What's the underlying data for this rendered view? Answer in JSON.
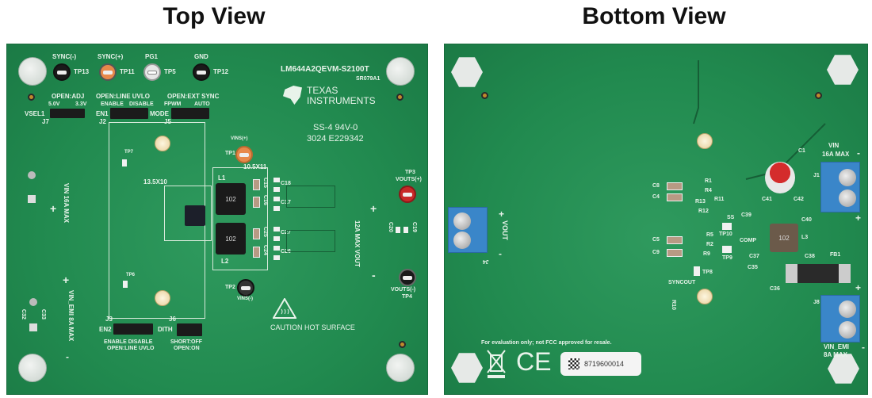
{
  "titles": {
    "top": "Top View",
    "bottom": "Bottom View"
  },
  "top_board": {
    "part_number": "LM644A2QEVM-S2100T",
    "revision": "SR079A1",
    "logo_text": "TEXAS INSTRUMENTS",
    "ul_mark": "SS-4 94V-0",
    "date_code": "3024",
    "ul_file": "E229342",
    "test_points": [
      {
        "label": "SYNC(-)",
        "ref": "TP13",
        "color": "#1a1a1a"
      },
      {
        "label": "SYNC(+)",
        "ref": "TP11",
        "color": "#e8884a"
      },
      {
        "label": "PG1",
        "ref": "TP5",
        "color": "#e6e6e6"
      },
      {
        "label": "GND",
        "ref": "TP12",
        "color": "#1a1a1a"
      },
      {
        "label": "VINS(+)",
        "ref": "TP1",
        "color": "#e8884a"
      },
      {
        "label": "VINS(-)",
        "ref": "TP2",
        "color": "#1a1a1a"
      },
      {
        "label": "VOUTS(+)",
        "ref": "TP3",
        "color": "#c82828"
      },
      {
        "label": "VOUTS(-)",
        "ref": "TP4",
        "color": "#1a1a1a"
      }
    ],
    "jumpers": {
      "j7": {
        "ref": "J7",
        "name": "VSEL1",
        "header": "OPEN:ADJ",
        "left": "5.0V",
        "right": "3.3V"
      },
      "j2": {
        "ref": "J2",
        "name": "EN1",
        "header": "OPEN:LINE UVLO",
        "left": "ENABLE",
        "right": "DISABLE"
      },
      "j5": {
        "ref": "J5",
        "name": "MODE",
        "header": "OPEN:EXT SYNC",
        "left": "FPWM",
        "right": "AUTO"
      },
      "j3": {
        "ref": "J3",
        "name": "EN2",
        "left": "ENABLE",
        "right": "DISABLE",
        "footer": "OPEN:LINE UVLO"
      },
      "j6": {
        "ref": "J6",
        "name": "DITH",
        "left": "SHORT:OFF",
        "footer": "OPEN:ON"
      }
    },
    "labels": {
      "tp7": "TP7",
      "tp6": "TP6",
      "size1": "13.5X10",
      "size2": "10.5X11",
      "l1": "L1",
      "l2": "L2",
      "inductor": "102",
      "vin": "VIN",
      "vin_max": "16A MAX",
      "vin_emi": "VIN_EMI",
      "vin_emi_max": "8A MAX",
      "vout": "VOUT",
      "vout_max": "12A MAX",
      "plus": "+",
      "minus": "-",
      "caution": "CAUTION HOT SURFACE",
      "c15": "C15",
      "c16": "C16",
      "c18": "C18",
      "c17": "C17",
      "c25": "C25",
      "c27": "C27",
      "c24": "C24",
      "c26": "C26",
      "c20": "C20",
      "c19": "C19",
      "c32": "C32",
      "c33": "C33"
    }
  },
  "bottom_board": {
    "vout": "VOUT",
    "j4": "J4",
    "vin": "VIN",
    "vin_max": "16A MAX",
    "j1": "J1",
    "j8": "J8",
    "vin_emi": "VIN_EMI",
    "vin_emi_max": "8A MAX",
    "plus": "+",
    "minus": "-",
    "refs": {
      "c1": "C1",
      "c8": "C8",
      "c4": "C4",
      "c5": "C5",
      "c9": "C9",
      "r1": "R1",
      "r4": "R4",
      "r13": "R13",
      "r11": "R11",
      "r12": "R12",
      "r5": "R5",
      "r2": "R2",
      "r9": "R9",
      "r10": "R10",
      "ss": "SS",
      "tp10": "TP10",
      "comp": "COMP",
      "tp9": "TP9",
      "tp8": "TP8",
      "syncout": "SYNCOUT",
      "c39": "C39",
      "c40": "C40",
      "c41": "C41",
      "c42": "C42",
      "l3": "L3",
      "c37": "C37",
      "c38": "C38",
      "c35": "C35",
      "c36": "C36",
      "fb1": "FB1",
      "inductor": "102"
    },
    "disclaimer": "For evaluation only; not FCC approved for resale.",
    "ce_mark": "CE",
    "serial": "8719600014"
  }
}
